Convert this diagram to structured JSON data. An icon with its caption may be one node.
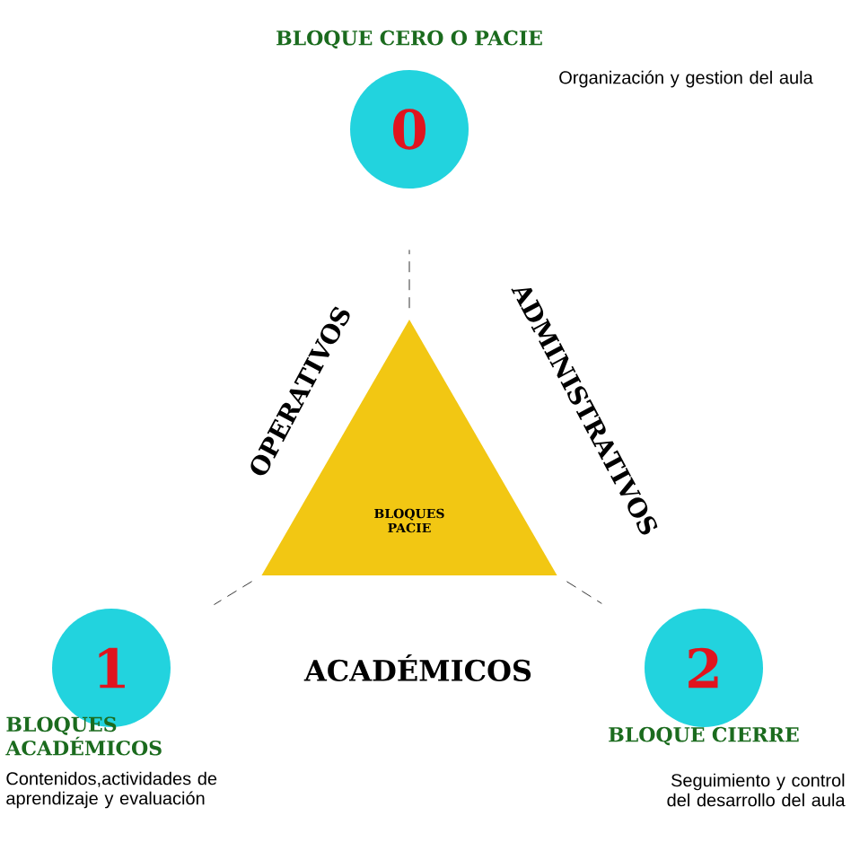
{
  "diagram": {
    "nodes": [
      {
        "text": [
          "BLOQUES PACIE"
        ]
      },
      {
        "text": [
          "BLOQUE CERO O PACIE",
          "0"
        ],
        "beside": [
          "Organización y gestion del aula"
        ]
      },
      {
        "text": [
          "1",
          "BLOQUES ACADÉMICOS"
        ],
        "beside": [
          "Contenidos,actividades de aprendizaje y evaluación"
        ]
      },
      {
        "text": [
          "2",
          "BLOQUE CIERRE"
        ],
        "beside": [
          "Seguimiento y control del desarrollo del aula"
        ]
      }
    ],
    "edges": [
      {
        "from": 0,
        "to": 1,
        "arrow": "none",
        "style": "dashed"
      },
      {
        "from": 0,
        "to": 2,
        "arrow": "none",
        "style": "dashed"
      },
      {
        "from": 0,
        "to": 3,
        "arrow": "none",
        "style": "dashed"
      }
    ],
    "labels": [
      "OPERATIVOS",
      "ADMINISTRATIVOS",
      "ACADÉMICOS"
    ]
  }
}
